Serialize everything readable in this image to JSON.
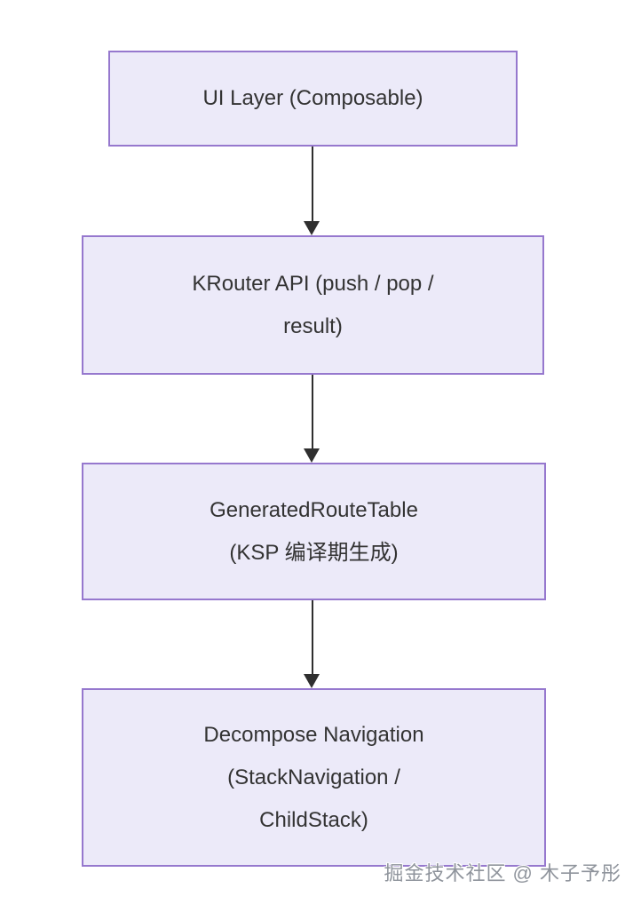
{
  "diagram": {
    "type": "flowchart",
    "direction": "top-down",
    "colors": {
      "node_fill": "#ECEAF9",
      "node_border": "#9678CE",
      "arrow": "#2F2F2F",
      "text": "#333333",
      "background": "#FFFFFF"
    },
    "nodes": [
      {
        "id": "ui-layer",
        "lines": [
          "UI Layer (Composable)"
        ]
      },
      {
        "id": "krouter-api",
        "lines": [
          "KRouter API (push / pop /",
          "result)"
        ]
      },
      {
        "id": "generated-route-table",
        "lines": [
          "GeneratedRouteTable",
          "(KSP 编译期生成)"
        ]
      },
      {
        "id": "decompose-navigation",
        "lines": [
          "Decompose Navigation",
          "(StackNavigation /",
          "ChildStack)"
        ]
      }
    ],
    "edges": [
      {
        "from": "ui-layer",
        "to": "krouter-api"
      },
      {
        "from": "krouter-api",
        "to": "generated-route-table"
      },
      {
        "from": "generated-route-table",
        "to": "decompose-navigation"
      }
    ]
  },
  "watermark": {
    "text": "掘金技术社区 @ 木子予彤"
  }
}
